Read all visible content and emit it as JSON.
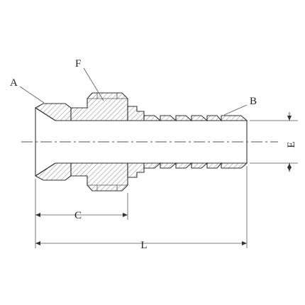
{
  "labels": {
    "A": "A",
    "B": "B",
    "C": "C",
    "E": "E",
    "F": "F",
    "L": "L"
  },
  "colors": {
    "line": "#333333",
    "hatch": "#777777",
    "background": "#ffffff"
  }
}
